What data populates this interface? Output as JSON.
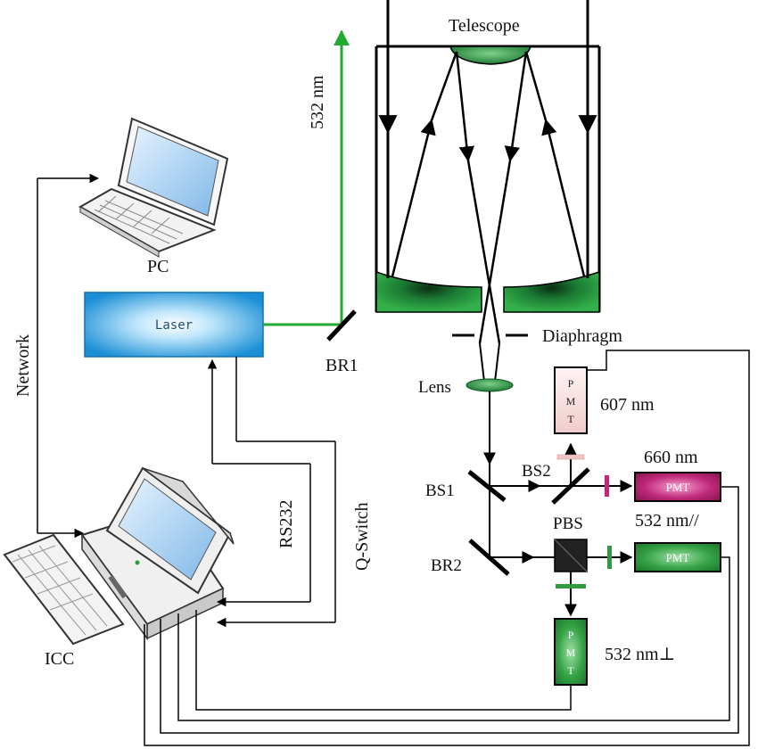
{
  "labels": {
    "telescope": "Telescope",
    "wavelength_up": "532 nm",
    "pc": "PC",
    "network": "Network",
    "laser": "Laser",
    "br1": "BR1",
    "diaphragm": "Diaphragm",
    "lens": "Lens",
    "pmt_607": "607 nm",
    "bs2": "BS2",
    "pmt_660": "660 nm",
    "bs1": "BS1",
    "pbs": "PBS",
    "pmt_532_par": "532 nm//",
    "br2": "BR2",
    "pmt_532_perp": "532 nm⊥",
    "rs232": "RS232",
    "qswitch": "Q-Switch",
    "icc": "ICC"
  },
  "pmt": {
    "horizontal": "PMT",
    "vertical": [
      "P",
      "M",
      "T"
    ]
  },
  "colors": {
    "green_beam": "#22aa33",
    "mirror_green": "#1e8a3a",
    "laser_blue": "#1b8fd6",
    "pmt_green": "#2f9a3f",
    "pmt_magenta": "#c0297a",
    "pmt_pink": "#f6d8d8",
    "filter_pink": "#f2c6c6"
  }
}
